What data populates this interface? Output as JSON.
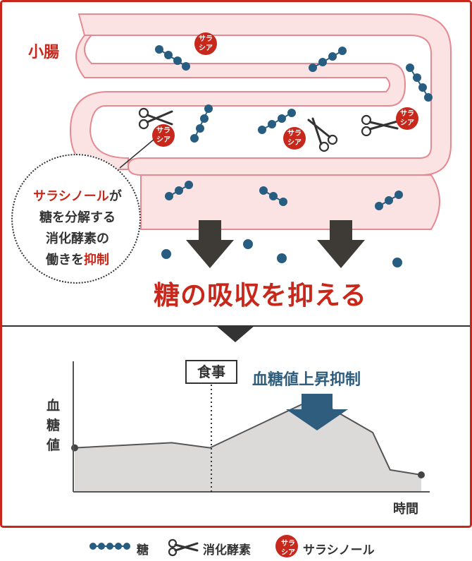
{
  "colors": {
    "accent": "#c8281b",
    "blue": "#2f5d7e",
    "intestine": "#fbe3e4",
    "intestine_edge": "#e58992",
    "glucose": "#275d80",
    "arrow_dark": "#3e3a36",
    "area": "#dcdad9"
  },
  "intestine_label": "小腸",
  "bubble": {
    "line1": {
      "red": "サラシノール",
      "rest": "が"
    },
    "line2": "糖を分解する",
    "line3": "消化酵素の",
    "line4": {
      "rest": "働きを",
      "red": "抑制"
    }
  },
  "badge_text": {
    "line1": "サラ",
    "line2": "シア"
  },
  "headline": "糖の吸収を抑える",
  "chart": {
    "meal_label": "食事",
    "suppression_label": "血糖値上昇抑制",
    "ylabel_chars": [
      "血",
      "糖",
      "値"
    ],
    "xlabel": "時間"
  },
  "chart_data": {
    "type": "area",
    "title": "",
    "xlabel": "時間",
    "ylabel": "血糖値",
    "x": [
      0,
      0.28,
      0.39,
      0.69,
      0.86,
      0.91,
      1.0
    ],
    "y": [
      0.26,
      0.29,
      0.26,
      0.55,
      0.35,
      0.13,
      0.1
    ],
    "ylim": [
      0,
      1
    ],
    "annotations": [
      "食事",
      "血糖値上昇抑制"
    ]
  },
  "legend": {
    "glucose": "糖",
    "enzyme": "消化酵素",
    "salacinol": "サラシノール"
  }
}
